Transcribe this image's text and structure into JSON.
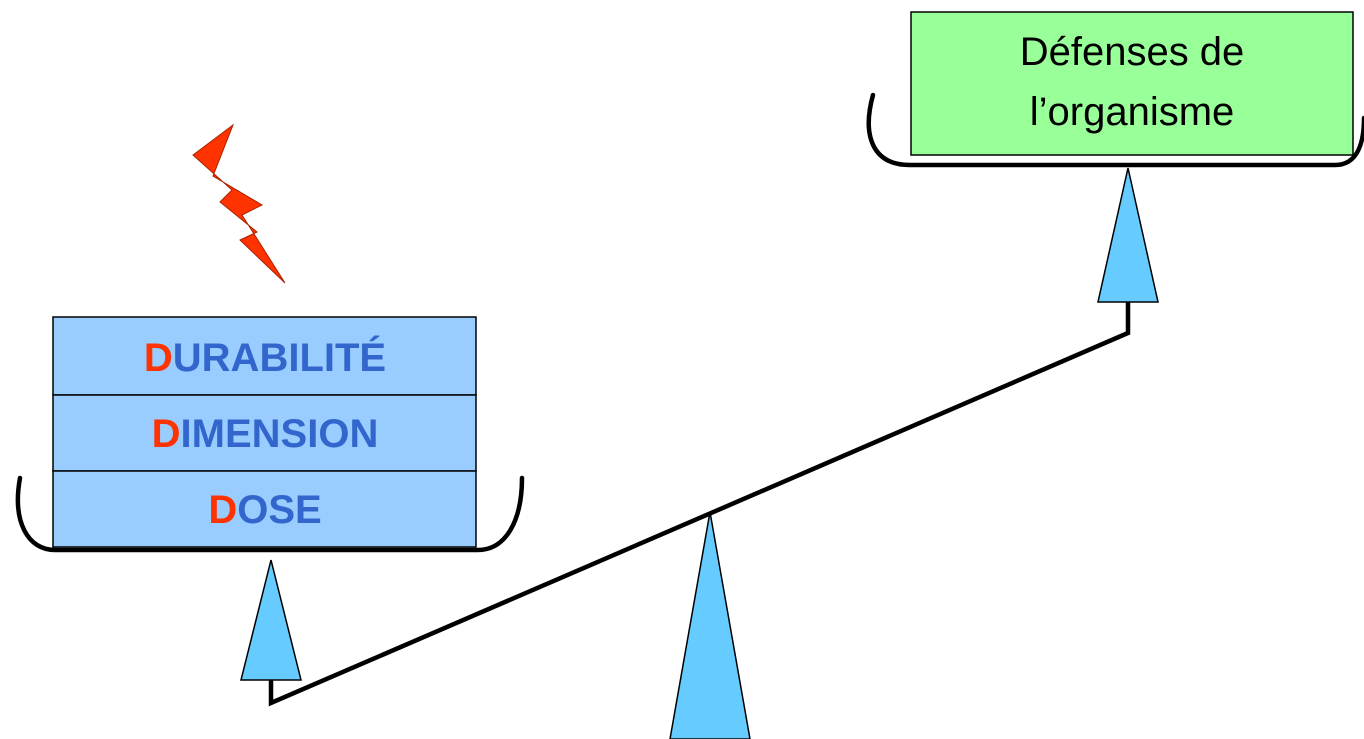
{
  "diagram": {
    "colors": {
      "stack_fill": "#99ccff",
      "defense_fill": "#99ff99",
      "triangle_fill": "#66ccff",
      "lightning_fill": "#ff3300",
      "first_letter_color": "#ff3300",
      "label_color": "#3366cc",
      "line_color": "#000000"
    },
    "factors": [
      {
        "first_letter": "D",
        "rest": "URABILITÉ"
      },
      {
        "first_letter": "D",
        "rest": "IMENSION"
      },
      {
        "first_letter": "D",
        "rest": "OSE"
      }
    ],
    "defense": {
      "line1": "Défenses de",
      "line2": "l’organisme"
    },
    "icons": [
      "lightning-bolt-icon"
    ]
  }
}
